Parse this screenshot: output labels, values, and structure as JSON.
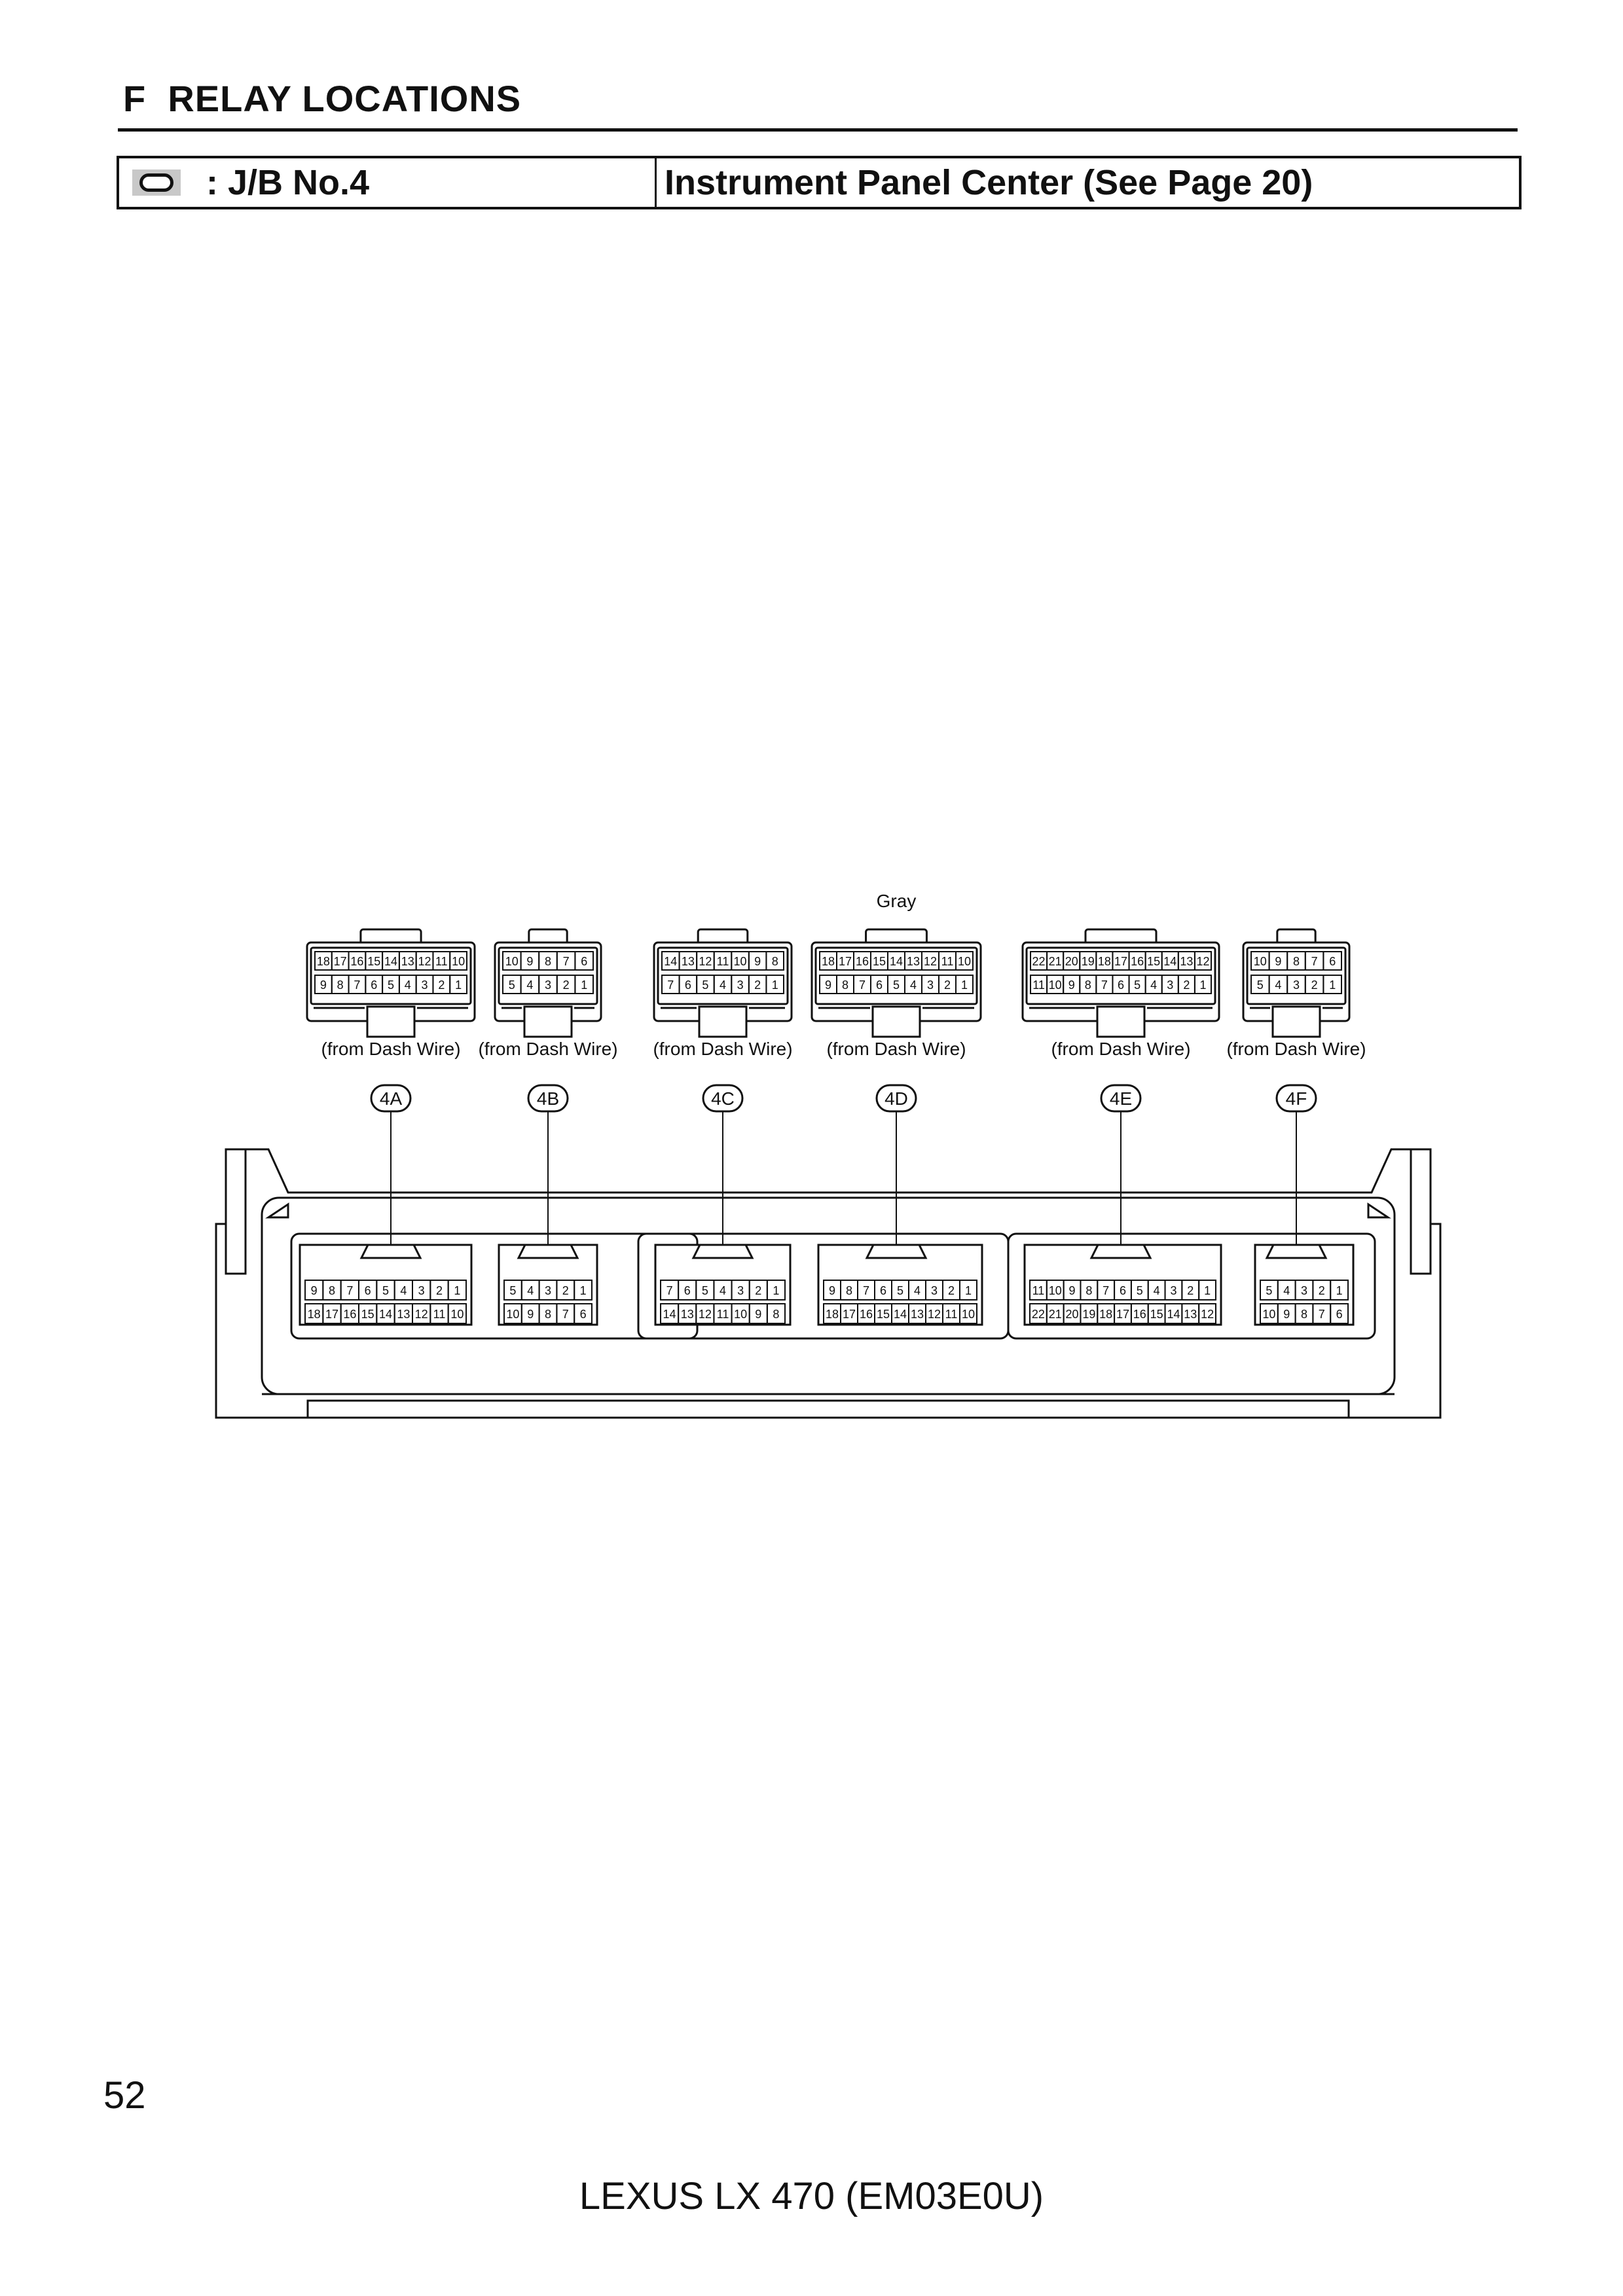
{
  "header": {
    "section_title": "F  RELAY LOCATIONS",
    "jb_symbol_icon": "rounded-rectangle-icon",
    "jb_label": " : J/B No.4",
    "location_label": "Instrument Panel Center (See Page 20)"
  },
  "connectors": [
    {
      "id": "4A",
      "note": "(from Dash Wire)",
      "top_row": [
        "18",
        "17",
        "16",
        "15",
        "14",
        "13",
        "12",
        "11",
        "10"
      ],
      "bottom_row": [
        "9",
        "8",
        "7",
        "6",
        "5",
        "4",
        "3",
        "2",
        "1"
      ]
    },
    {
      "id": "4B",
      "note": "(from Dash Wire)",
      "top_row": [
        "10",
        "9",
        "8",
        "7",
        "6"
      ],
      "bottom_row": [
        "5",
        "4",
        "3",
        "2",
        "1"
      ]
    },
    {
      "id": "4C",
      "note": "(from Dash Wire)",
      "top_row": [
        "14",
        "13",
        "12",
        "11",
        "10",
        "9",
        "8"
      ],
      "bottom_row": [
        "7",
        "6",
        "5",
        "4",
        "3",
        "2",
        "1"
      ]
    },
    {
      "id": "4D",
      "note": "(from Dash Wire)",
      "color_label": "Gray",
      "top_row": [
        "18",
        "17",
        "16",
        "15",
        "14",
        "13",
        "12",
        "11",
        "10"
      ],
      "bottom_row": [
        "9",
        "8",
        "7",
        "6",
        "5",
        "4",
        "3",
        "2",
        "1"
      ]
    },
    {
      "id": "4E",
      "note": "(from Dash Wire)",
      "top_row": [
        "22",
        "21",
        "20",
        "19",
        "18",
        "17",
        "16",
        "15",
        "14",
        "13",
        "12"
      ],
      "bottom_row": [
        "11",
        "10",
        "9",
        "8",
        "7",
        "6",
        "5",
        "4",
        "3",
        "2",
        "1"
      ]
    },
    {
      "id": "4F",
      "note": "(from Dash Wire)",
      "top_row": [
        "10",
        "9",
        "8",
        "7",
        "6"
      ],
      "bottom_row": [
        "5",
        "4",
        "3",
        "2",
        "1"
      ]
    }
  ],
  "block_sockets": [
    {
      "id": "4A",
      "top_row": [
        "9",
        "8",
        "7",
        "6",
        "5",
        "4",
        "3",
        "2",
        "1"
      ],
      "bottom_row": [
        "18",
        "17",
        "16",
        "15",
        "14",
        "13",
        "12",
        "11",
        "10"
      ]
    },
    {
      "id": "4B",
      "top_row": [
        "5",
        "4",
        "3",
        "2",
        "1"
      ],
      "bottom_row": [
        "10",
        "9",
        "8",
        "7",
        "6"
      ]
    },
    {
      "id": "4C",
      "top_row": [
        "7",
        "6",
        "5",
        "4",
        "3",
        "2",
        "1"
      ],
      "bottom_row": [
        "14",
        "13",
        "12",
        "11",
        "10",
        "9",
        "8"
      ]
    },
    {
      "id": "4D",
      "top_row": [
        "9",
        "8",
        "7",
        "6",
        "5",
        "4",
        "3",
        "2",
        "1"
      ],
      "bottom_row": [
        "18",
        "17",
        "16",
        "15",
        "14",
        "13",
        "12",
        "11",
        "10"
      ]
    },
    {
      "id": "4E",
      "top_row": [
        "11",
        "10",
        "9",
        "8",
        "7",
        "6",
        "5",
        "4",
        "3",
        "2",
        "1"
      ],
      "bottom_row": [
        "22",
        "21",
        "20",
        "19",
        "18",
        "17",
        "16",
        "15",
        "14",
        "13",
        "12"
      ]
    },
    {
      "id": "4F",
      "top_row": [
        "5",
        "4",
        "3",
        "2",
        "1"
      ],
      "bottom_row": [
        "10",
        "9",
        "8",
        "7",
        "6"
      ]
    }
  ],
  "footer": {
    "page_number": "52",
    "document": "LEXUS LX 470 (EM03E0U)"
  }
}
